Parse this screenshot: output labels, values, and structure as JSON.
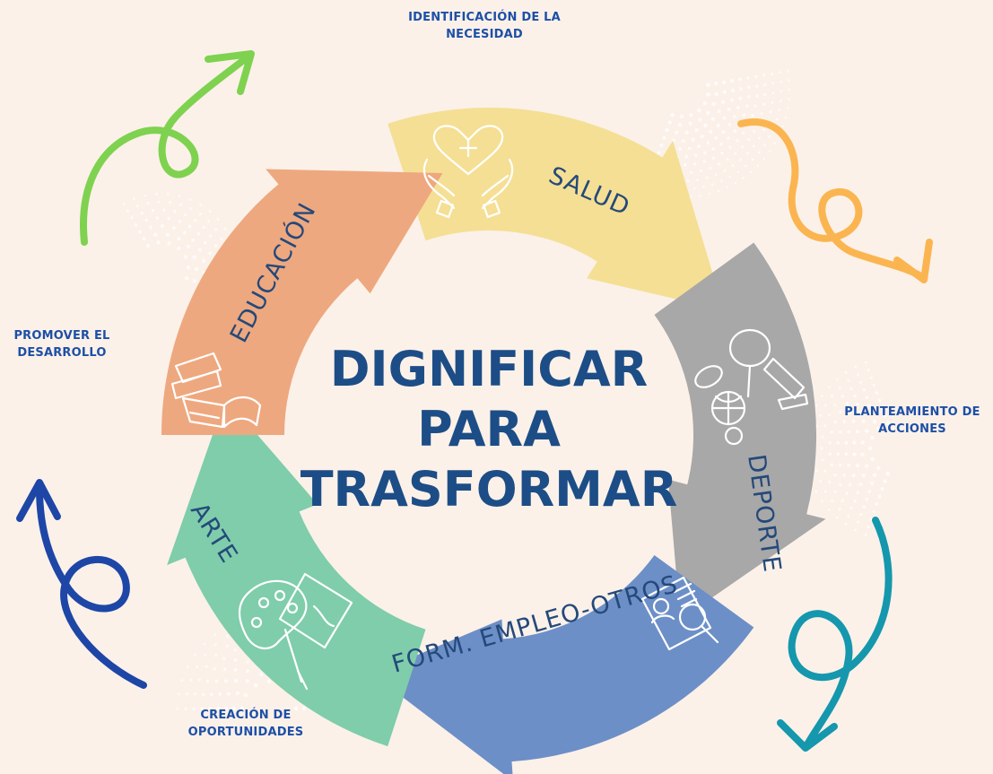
{
  "title": {
    "line1": "DIGNIFICAR",
    "line2": "PARA",
    "line3": "TRASFORMAR"
  },
  "segments": {
    "salud": "SALUD",
    "deporte": "DEPORTE",
    "formacion": "FORM. EMPLEO-OTROS",
    "arte": "ARTE",
    "educacion": "EDUCACIÓN"
  },
  "phases": {
    "top": "IDENTIFICACIÓN DE LA NECESIDAD",
    "right": "PLANTEAMIENTO DE ACCIONES",
    "bottom": "CREACIÓN DE OPORTUNIDADES",
    "left": "PROMOVER EL DESARROLLO"
  },
  "colors": {
    "background": "#fbf1e9",
    "salud": "#f5df94",
    "deporte": "#a8a8a8",
    "formacion": "#6d8fc7",
    "arte": "#7fcdaa",
    "educacion": "#eea87f",
    "title": "#1d4d86",
    "phase_text": "#1d4fa6",
    "arrow_green": "#7ed24f",
    "arrow_orange": "#fbb550",
    "arrow_teal": "#1597ad",
    "arrow_blue": "#1d46a6"
  },
  "icons": {
    "salud": "heart-hands-icon",
    "deporte": "sports-equipment-icon",
    "formacion": "resume-search-icon",
    "arte": "paint-palette-icon",
    "educacion": "books-icon"
  }
}
